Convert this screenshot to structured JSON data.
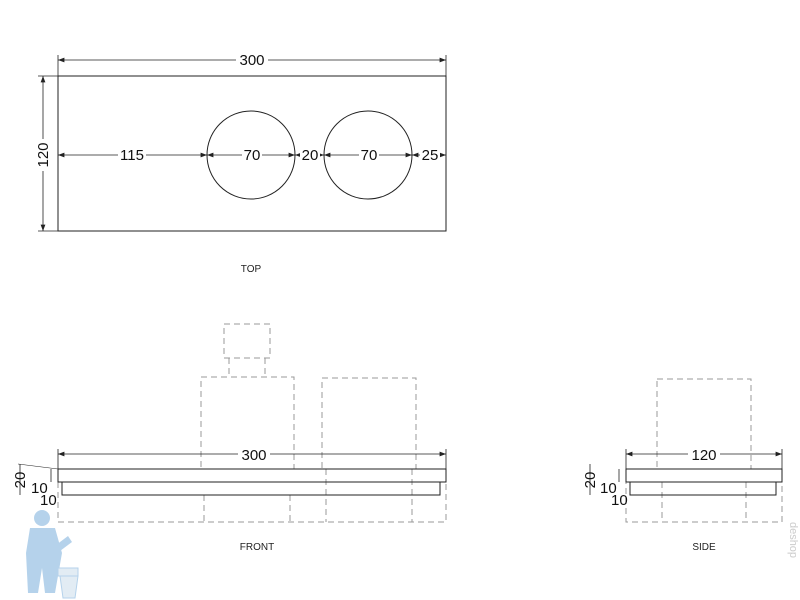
{
  "views": {
    "top": {
      "label": "TOP",
      "width": "300",
      "height": "120",
      "offset_left": "115",
      "hole1": "70",
      "gap": "20",
      "hole2": "70",
      "offset_right": "25"
    },
    "front": {
      "label": "FRONT",
      "width": "300",
      "total_thickness": "20",
      "upper_thickness": "10",
      "lower_thickness": "10"
    },
    "side": {
      "label": "SIDE",
      "width": "120",
      "total_thickness": "20",
      "upper_thickness": "10",
      "lower_thickness": "10"
    }
  },
  "watermark": "deshop",
  "colors": {
    "line": "#222222",
    "hidden": "#999999",
    "logo": "#a9cbe8"
  }
}
